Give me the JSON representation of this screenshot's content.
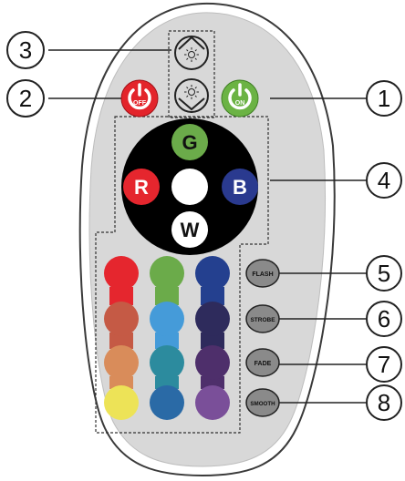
{
  "callouts": [
    {
      "id": "1",
      "text": "1"
    },
    {
      "id": "2",
      "text": "2"
    },
    {
      "id": "3",
      "text": "3"
    },
    {
      "id": "4",
      "text": "4"
    },
    {
      "id": "5",
      "text": "5"
    },
    {
      "id": "6",
      "text": "6"
    },
    {
      "id": "7",
      "text": "7"
    },
    {
      "id": "8",
      "text": "8"
    }
  ],
  "power": {
    "off_label": "OFF",
    "on_label": "ON",
    "off_color": "#e3242b",
    "on_color": "#6bb344"
  },
  "brightness": {
    "up_icon": "sun-up-icon",
    "down_icon": "sun-down-icon"
  },
  "color_wheel": {
    "g_label": "G",
    "r_label": "R",
    "b_label": "B",
    "w_label": "W",
    "g_color": "#6bab4a",
    "r_color": "#e5262e",
    "b_color": "#2a3a8f",
    "w_color": "#ffffff",
    "ring_color": "#000000"
  },
  "color_grid": {
    "columns": [
      [
        "#e5262e",
        "#c55a45",
        "#d98c5a",
        "#ede357"
      ],
      [
        "#6bab4a",
        "#459bd9",
        "#2c8b9e",
        "#2a6aa6"
      ],
      [
        "#24408f",
        "#2e2b5c",
        "#4e2f6b",
        "#7a4f99"
      ]
    ]
  },
  "modes": {
    "flash": "FLASH",
    "strobe": "STROBE",
    "fade": "FADE",
    "smooth": "SMOOTH"
  }
}
